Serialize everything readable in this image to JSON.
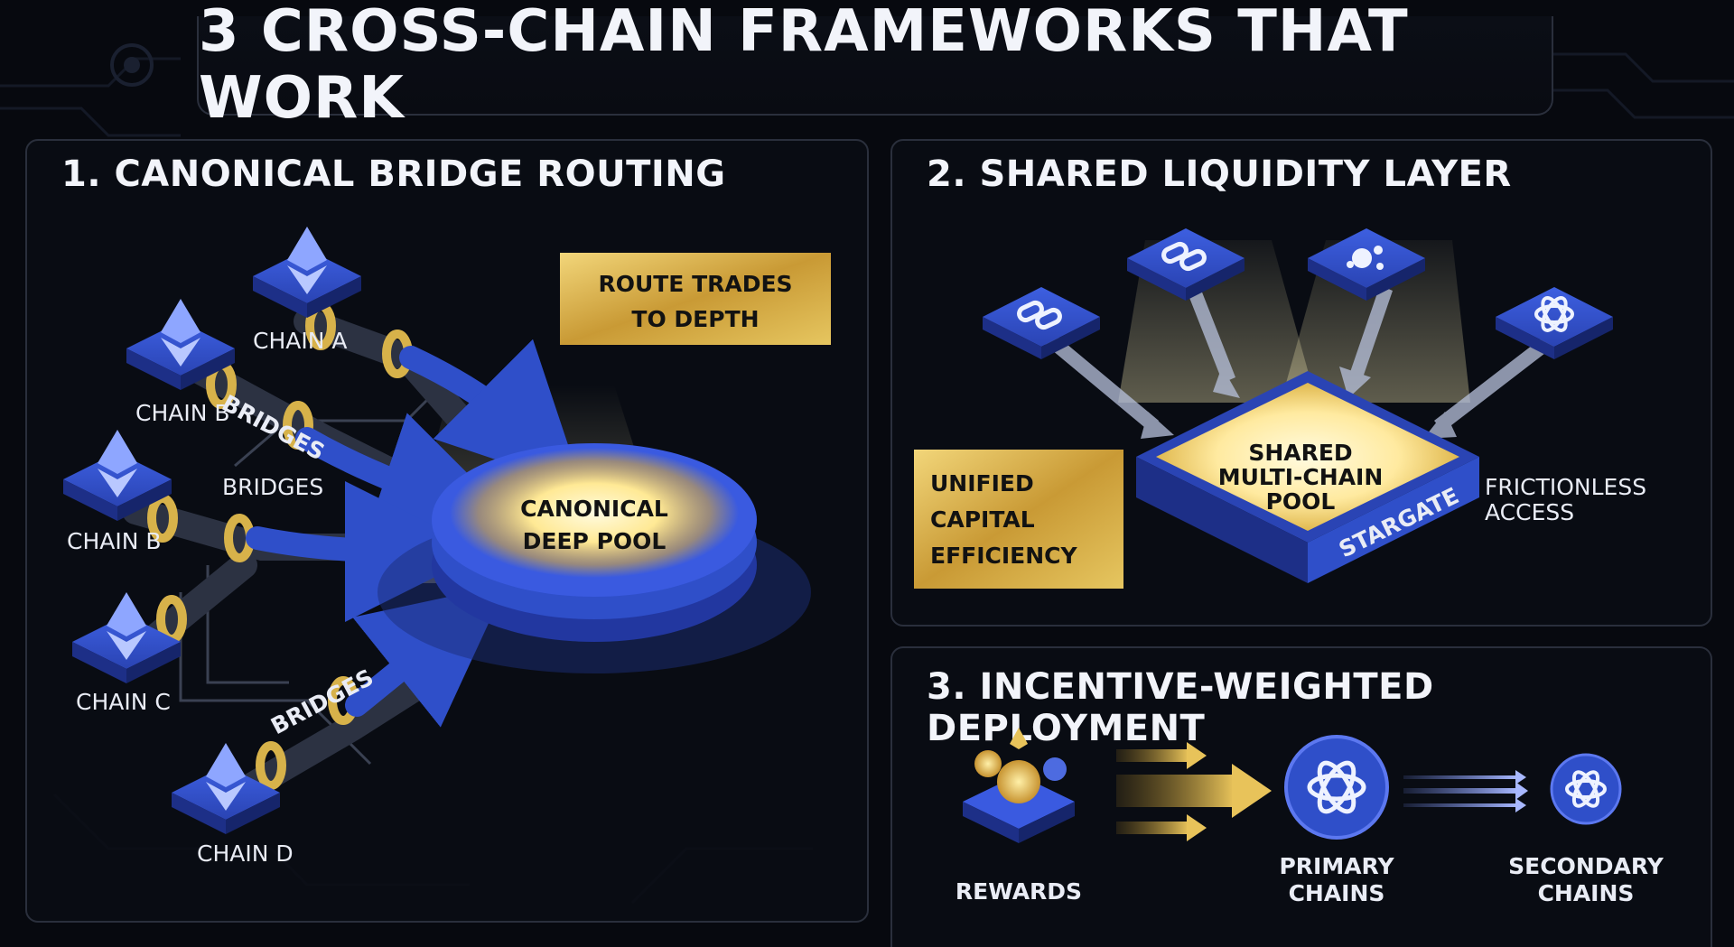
{
  "title": "3 CROSS-CHAIN FRAMEWORKS THAT WORK",
  "panel1": {
    "title": "1. CANONICAL BRIDGE ROUTING",
    "chains": [
      "CHAIN A",
      "CHAIN B",
      "CHAIN B",
      "CHAIN C",
      "CHAIN D"
    ],
    "bridge_labels": [
      "BRIDGES",
      "BRIDGES",
      "BRIDGES"
    ],
    "callout_line1": "ROUTE TRADES",
    "callout_line2": "TO DEPTH",
    "pool_line1": "CANONICAL",
    "pool_line2": "DEEP POOL"
  },
  "panel2": {
    "title": "2. SHARED LIQUIDITY LAYER",
    "callout_lines": [
      "UNIFIED",
      "CAPITAL",
      "EFFICIENCY"
    ],
    "pool_lines": [
      "SHARED",
      "MULTI-CHAIN",
      "POOL"
    ],
    "pool_brand": "STARGATE",
    "access_lines": [
      "FRICTIONLESS",
      "ACCESS"
    ],
    "icons": [
      "chain-link-icon",
      "chain-link-icon",
      "dots-icon",
      "knot-icon"
    ]
  },
  "panel3": {
    "title": "3. INCENTIVE-WEIGHTED DEPLOYMENT",
    "rewards_label": "REWARDS",
    "primary_lines": [
      "PRIMARY",
      "CHAINS"
    ],
    "secondary_lines": [
      "SECONDARY",
      "CHAINS"
    ]
  },
  "colors": {
    "background": "#07090f",
    "blue": "#2f4fc9",
    "gold": "#d7b24a",
    "glow": "#fff3b8"
  }
}
